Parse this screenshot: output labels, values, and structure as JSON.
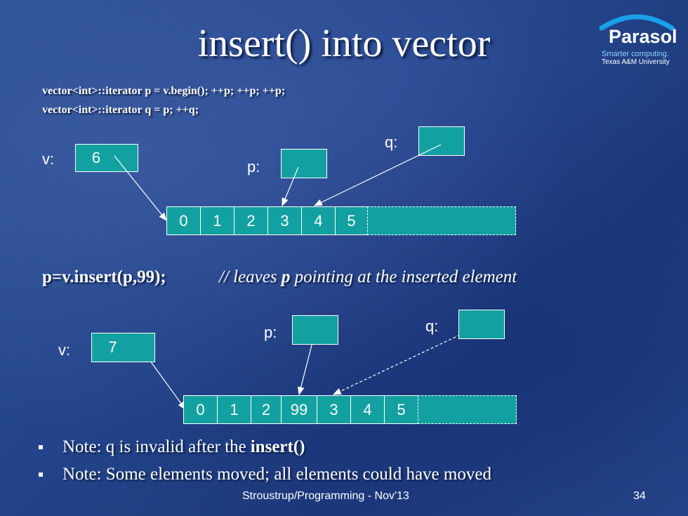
{
  "slide": {
    "title": "insert() into vector",
    "code_line_1": "vector<int>::iterator p = v.begin(); ++p; ++p; ++p;",
    "code_line_2": "vector<int>::iterator q = p; ++q;",
    "statement": "p=v.insert(p,99);",
    "comment_prefix": "// leaves ",
    "comment_bold": "p",
    "comment_suffix": " pointing at the inserted element",
    "note_1_prefix": "Note: q is invalid after the ",
    "note_1_bold": "insert()",
    "note_2": "Note: Some elements moved; all elements could have moved",
    "footer": "Stroustrup/Programming - Nov'13",
    "page_number": "34"
  },
  "logo": {
    "name": "Parasol",
    "tagline": "Smarter computing.",
    "university": "Texas A&M University"
  },
  "before": {
    "v_label": "v:",
    "v_size": "6",
    "p_label": "p:",
    "q_label": "q:",
    "elements": [
      "0",
      "1",
      "2",
      "3",
      "4",
      "5"
    ]
  },
  "after": {
    "v_label": "v:",
    "v_size": "7",
    "p_label": "p:",
    "q_label": "q:",
    "elements": [
      "0",
      "1",
      "2",
      "99",
      "3",
      "4",
      "5"
    ]
  },
  "colors": {
    "cell": "#12a1a0",
    "background": "#23448a",
    "logo_arc": "#1aa0e8"
  }
}
